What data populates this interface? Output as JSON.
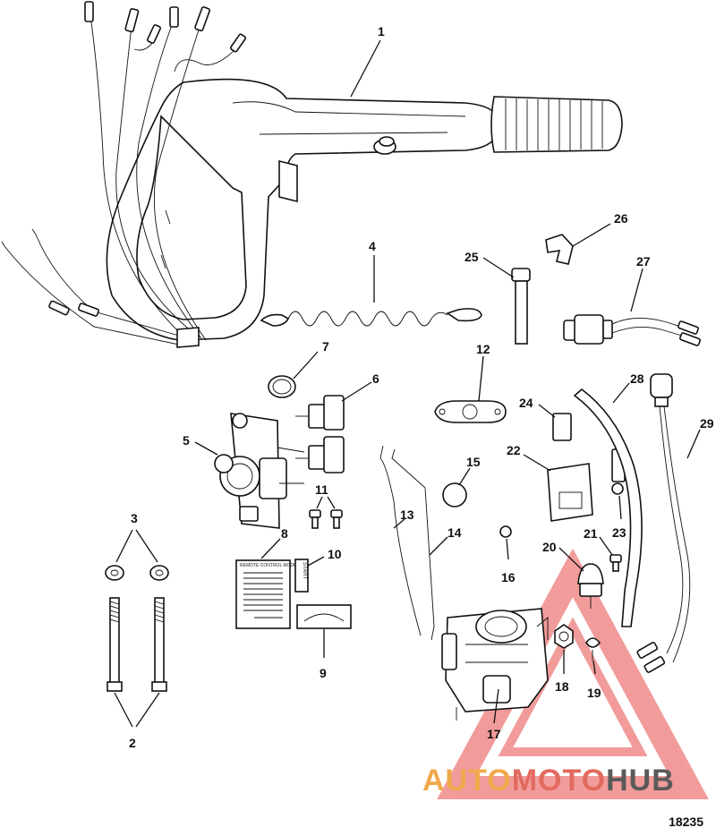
{
  "callouts": [
    "1",
    "2",
    "3",
    "4",
    "5",
    "6",
    "7",
    "8",
    "9",
    "10",
    "11",
    "12",
    "13",
    "14",
    "15",
    "16",
    "17",
    "18",
    "19",
    "20",
    "21",
    "22",
    "23",
    "24",
    "25",
    "26",
    "27",
    "28",
    "29"
  ],
  "decal_8_title": "REMOTE CONTROL MODEL",
  "decal_10_text": "START",
  "figure_number": "18235",
  "watermark": {
    "part1": "AUTO",
    "part2": "MOTO",
    "part3": "HUB"
  },
  "colors": {
    "line": "#111111",
    "watermark_triangle": "#e84a4a",
    "watermark_orange": "#f0a94a",
    "watermark_gray": "#5a5a5a"
  }
}
